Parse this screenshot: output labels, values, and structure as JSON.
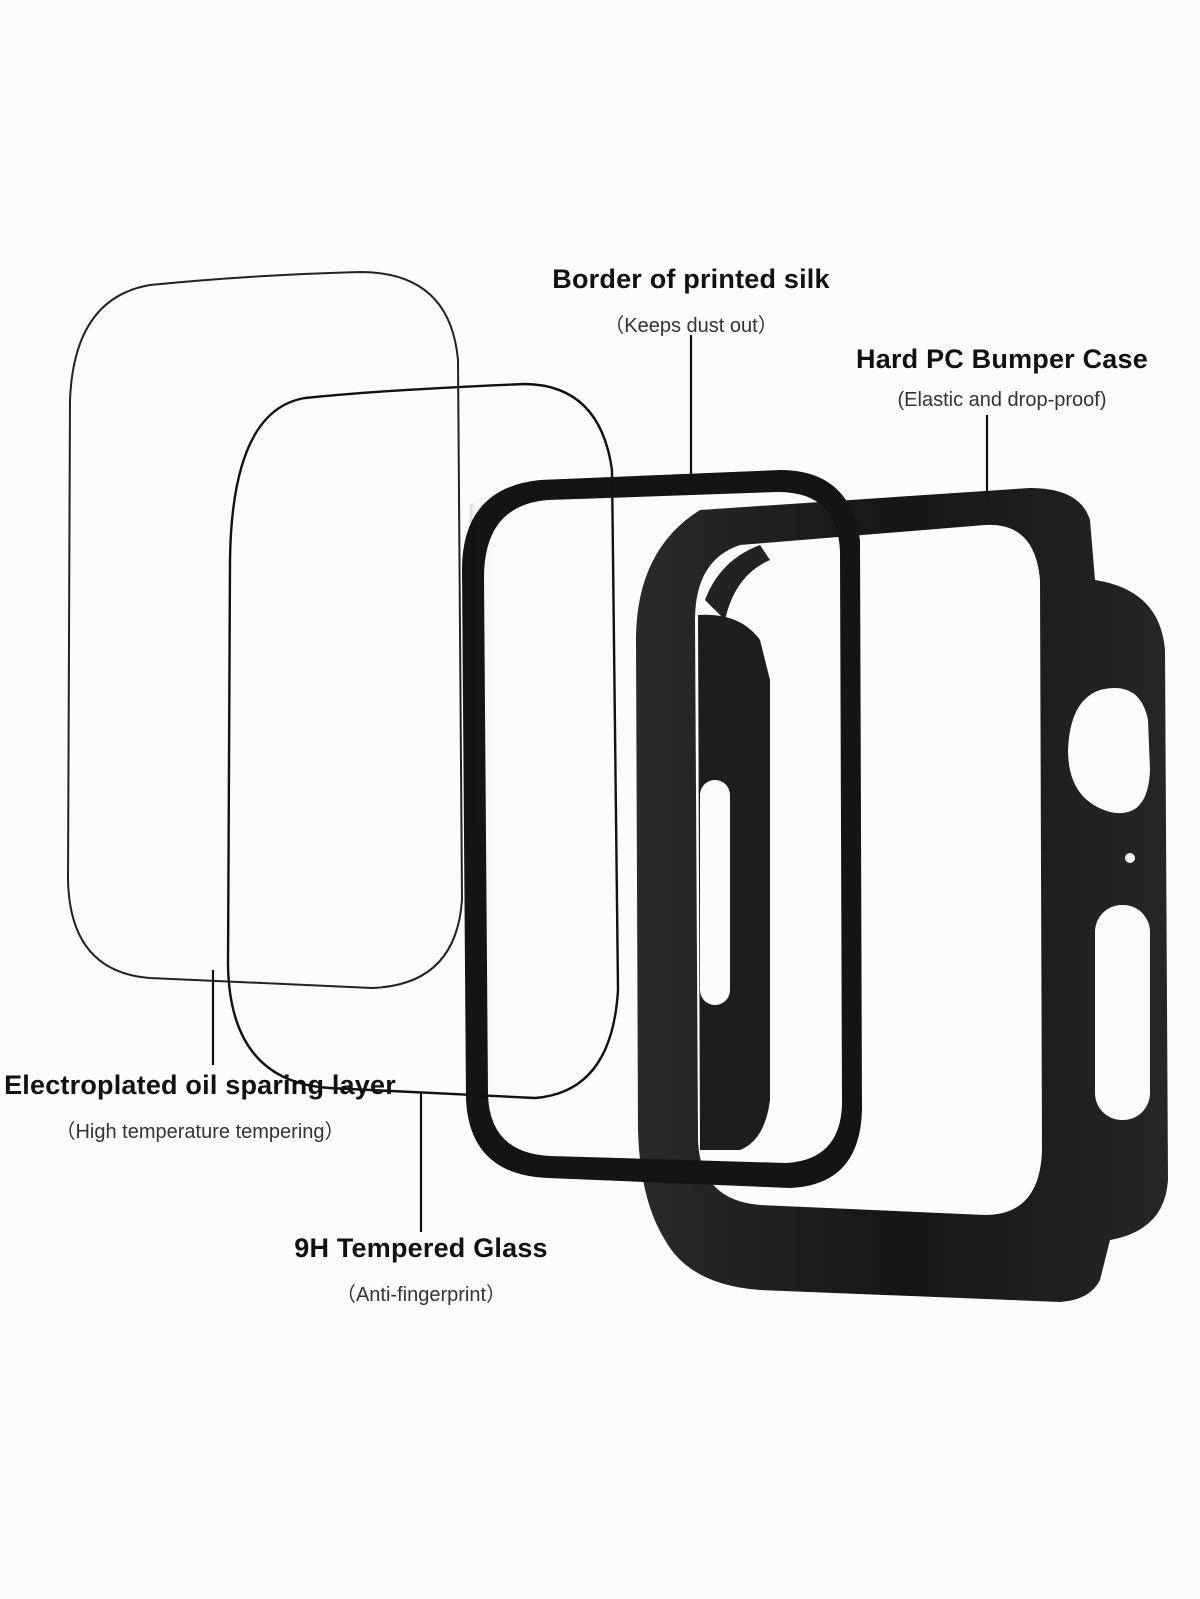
{
  "callouts": {
    "border": {
      "title": "Border of printed silk",
      "subtitle": "（Keeps dust out）"
    },
    "bumper": {
      "title": "Hard PC Bumper Case",
      "subtitle": "(Elastic and drop-proof)"
    },
    "oil": {
      "title": "Electroplated oil sparing layer",
      "subtitle": "（High temperature tempering）"
    },
    "glass": {
      "title": "9H Tempered Glass",
      "subtitle": "（Anti-fingerprint）"
    }
  },
  "colors": {
    "background": "#fcfcfa",
    "case": "#1a1a1a",
    "text": "#111111"
  }
}
